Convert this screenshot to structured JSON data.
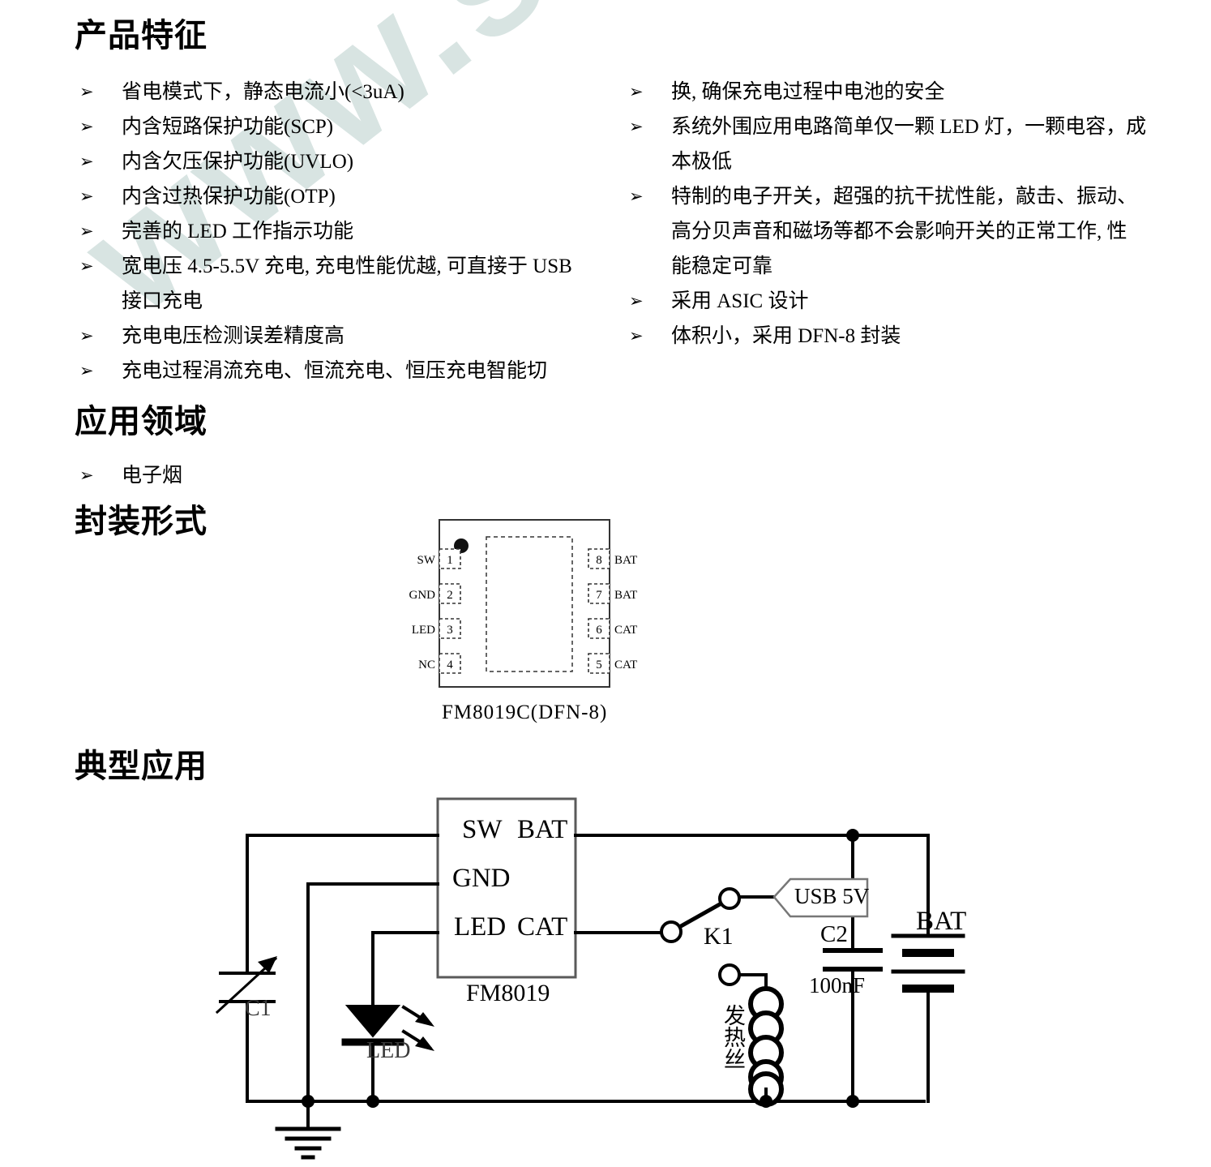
{
  "watermark": {
    "text": "www.superchip.c",
    "color": "#d8e4e2"
  },
  "sections": {
    "features_title": "产品特征",
    "applications_title": "应用领域",
    "package_title": "封装形式",
    "typical_app_title": "典型应用"
  },
  "features": {
    "bullet_glyph": "➢",
    "left": [
      "省电模式下，静态电流小(<3uA)",
      "内含短路保护功能(SCP)",
      "内含欠压保护功能(UVLO)",
      "内含过热保护功能(OTP)",
      "完善的 LED 工作指示功能",
      "宽电压 4.5-5.5V 充电, 充电性能优越, 可直接于 USB\n接口充电",
      "充电电压检测误差精度高",
      "充电过程涓流充电、恒流充电、恒压充电智能切"
    ],
    "right": [
      "换, 确保充电过程中电池的安全",
      "系统外围应用电路简单仅一颗 LED 灯，一颗电容，成\n本极低",
      "特制的电子开关，超强的抗干扰性能，敲击、振动、\n高分贝声音和磁场等都不会影响开关的正常工作, 性\n能稳定可靠",
      "采用 ASIC 设计",
      "体积小，采用 DFN-8 封装"
    ]
  },
  "applications": {
    "items": [
      "电子烟"
    ]
  },
  "package": {
    "caption": "FM8019C(DFN-8)",
    "left_pins": [
      {
        "num": "1",
        "name": "SW"
      },
      {
        "num": "2",
        "name": "GND"
      },
      {
        "num": "3",
        "name": "LED"
      },
      {
        "num": "4",
        "name": "NC"
      }
    ],
    "right_pins": [
      {
        "num": "8",
        "name": "BAT"
      },
      {
        "num": "7",
        "name": "BAT"
      },
      {
        "num": "6",
        "name": "CAT"
      },
      {
        "num": "5",
        "name": "CAT"
      }
    ]
  },
  "circuit": {
    "ic_name": "FM8019",
    "ic_pins_left": [
      "SW",
      "GND",
      "LED"
    ],
    "ic_pins_right": [
      "BAT",
      "CAT"
    ],
    "labels": {
      "c1": "C1",
      "led": "LED",
      "k1": "K1",
      "usb": "USB 5V",
      "heater": "发热丝",
      "c2": "C2",
      "c2_value": "100nF",
      "bat": "BAT"
    }
  }
}
